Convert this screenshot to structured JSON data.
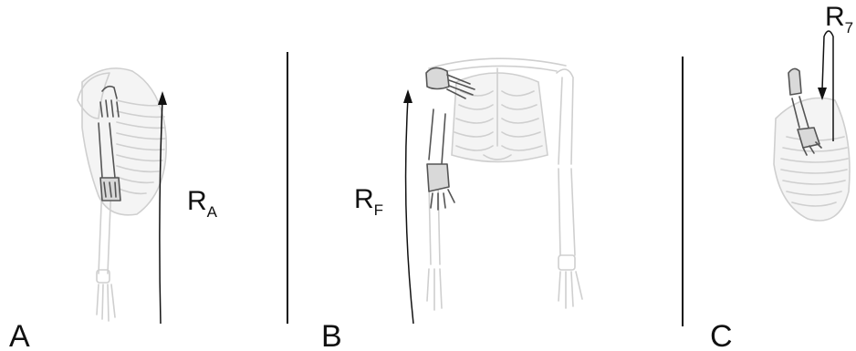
{
  "panels": [
    {
      "letter": "A",
      "rotation_symbol": "R",
      "rotation_subscript": "A"
    },
    {
      "letter": "B",
      "rotation_symbol": "R",
      "rotation_subscript": "F"
    },
    {
      "letter": "C",
      "rotation_symbol": "R",
      "rotation_subscript": "7"
    }
  ],
  "colors": {
    "skeleton_faded": "#cfcfcf",
    "highlighted_bone": "#555555",
    "arrow": "#111111"
  }
}
